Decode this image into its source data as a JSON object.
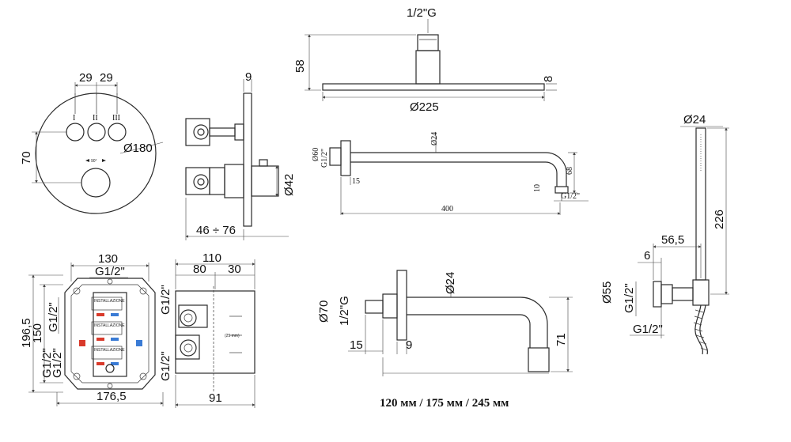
{
  "view1": {
    "dim_a": "29",
    "dim_b": "29",
    "dim_h": "70",
    "diameter": "Ø180",
    "mark_1": "I",
    "mark_2": "II",
    "mark_3": "III",
    "angle": "90°"
  },
  "view2": {
    "dim_top": "9",
    "diameter": "Ø42",
    "depth": "46 ÷ 76"
  },
  "view3": {
    "thread": "1/2\"G",
    "height": "58",
    "thickness": "8",
    "diameter": "Ø225"
  },
  "view4": {
    "tube": "Ø24",
    "flange": "Ø60",
    "thread_l": "G1/2\"",
    "offset": "15",
    "drop": "68",
    "tip": "10",
    "thread_r": "G1/2\"",
    "length": "400"
  },
  "view5": {
    "width": "130",
    "thread_top": "G1/2\"",
    "height_outer": "196,5",
    "height_inner": "150",
    "thread_l1": "G1/2\"",
    "thread_l2": "G1/2\"",
    "thread_l3": "G1/2\"",
    "width_bottom": "176,5"
  },
  "view6": {
    "depth": "110",
    "part_a": "80",
    "part_b": "30",
    "thread_t": "G1/2\"",
    "thread_b": "G1/2\"",
    "bottom": "91"
  },
  "view7": {
    "flange": "Ø70",
    "thread": "1/2\"G",
    "offset": "15",
    "gap": "9",
    "tube": "Ø24",
    "drop": "71"
  },
  "view8": {
    "tube": "Ø24",
    "length": "226",
    "offset": "56,5",
    "gap": "6",
    "flange": "Ø55",
    "thread_v": "G1/2\"",
    "thread_h": "G1/2\""
  },
  "caption": "120 мм / 175 мм / 245 мм",
  "colors": {
    "hot": "#d93a2b",
    "cold": "#3a7bd5"
  }
}
